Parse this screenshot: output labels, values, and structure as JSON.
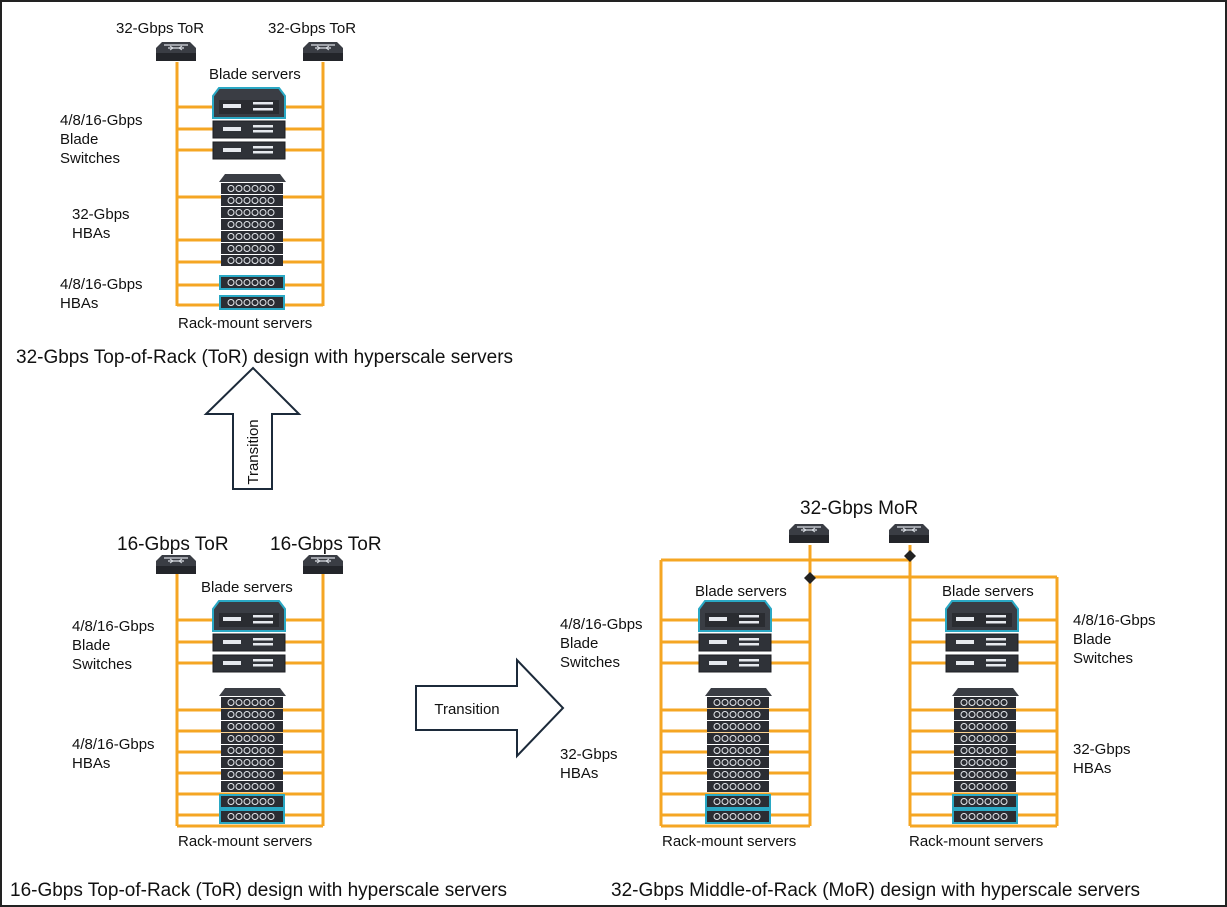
{
  "colors": {
    "cable": "#f5a623",
    "server_dark": "#2b2d33",
    "server_mid": "#3d4048",
    "accent_teal": "#2aa8c4",
    "border": "#222222"
  },
  "top_diagram": {
    "switch_left": "32-Gbps ToR",
    "switch_right": "32-Gbps ToR",
    "blade_servers": "Blade servers",
    "blade_switches": [
      "4/8/16-Gbps",
      "Blade",
      "Switches"
    ],
    "hbas_a": [
      "32-Gbps",
      "HBAs"
    ],
    "hbas_b": [
      "4/8/16-Gbps",
      "HBAs"
    ],
    "rack_mount": "Rack-mount servers",
    "caption": "32-Gbps Top-of-Rack (ToR) design with hyperscale servers"
  },
  "bottom_left_diagram": {
    "switch_left": "16-Gbps ToR",
    "switch_right": "16-Gbps ToR",
    "blade_servers": "Blade servers",
    "blade_switches": [
      "4/8/16-Gbps",
      "Blade",
      "Switches"
    ],
    "hbas": [
      "4/8/16-Gbps",
      "HBAs"
    ],
    "rack_mount": "Rack-mount servers",
    "caption": "16-Gbps Top-of-Rack (ToR) design with hyperscale servers"
  },
  "right_diagram": {
    "switch_label": "32-Gbps MoR",
    "rack1": {
      "blade_servers": "Blade servers",
      "blade_switches": [
        "4/8/16-Gbps",
        "Blade",
        "Switches"
      ],
      "hbas": [
        "32-Gbps",
        "HBAs"
      ],
      "rack_mount": "Rack-mount servers"
    },
    "rack2": {
      "blade_servers": "Blade servers",
      "blade_switches": [
        "4/8/16-Gbps",
        "Blade",
        "Switches"
      ],
      "hbas": [
        "32-Gbps",
        "HBAs"
      ],
      "rack_mount": "Rack-mount servers"
    },
    "caption": "32-Gbps Middle-of-Rack (MoR) design with hyperscale servers"
  },
  "arrows": {
    "up_label": "Transition",
    "right_label": "Transition"
  }
}
